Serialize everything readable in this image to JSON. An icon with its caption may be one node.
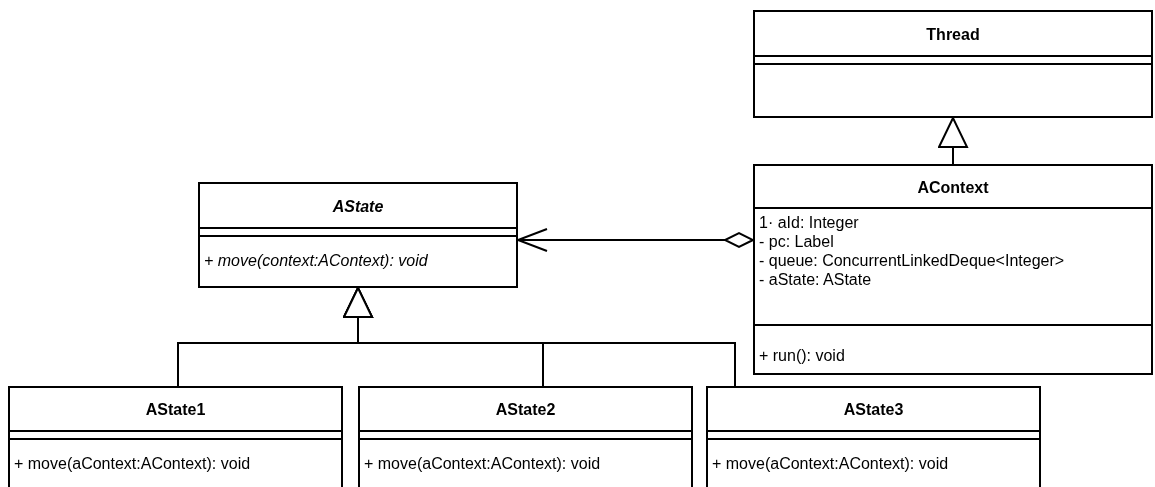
{
  "diagram": {
    "nodes": [
      {
        "text": [
          "Thread"
        ]
      },
      {
        "text": [
          "AContext",
          "1· aId: Integer",
          "- pc: Label",
          "- queue: ConcurrentLinkedDeque<Integer>",
          "- aState: AState",
          "+ run(): void"
        ]
      },
      {
        "text": [
          "AState",
          "+ move(context:AContext): void"
        ]
      },
      {
        "text": [
          "AState1",
          "+ move(aContext:AContext): void"
        ]
      },
      {
        "text": [
          "AState2",
          "+ move(aContext:AContext): void"
        ]
      },
      {
        "text": [
          "AState3",
          "+ move(aContext:AContext): void"
        ]
      }
    ],
    "edges": [
      {
        "from": 1,
        "to": 0,
        "arrow": "to"
      },
      {
        "from": 1,
        "to": 2,
        "arrow": "to"
      },
      {
        "from": 3,
        "to": 2,
        "arrow": "to"
      },
      {
        "from": 4,
        "to": 2,
        "arrow": "to"
      },
      {
        "from": 5,
        "to": 2,
        "arrow": "to"
      }
    ]
  }
}
